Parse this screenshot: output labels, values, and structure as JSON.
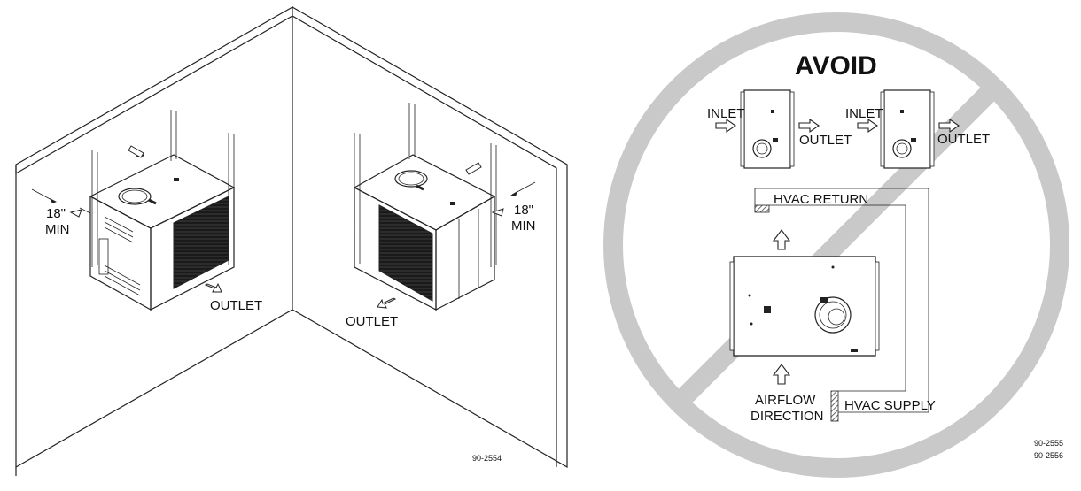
{
  "left_diagram": {
    "clearance_left": {
      "line1": "18\"",
      "line2": "MIN"
    },
    "clearance_right": {
      "line1": "18\"",
      "line2": "MIN"
    },
    "outlet_left": "OUTLET",
    "outlet_right": "OUTLET",
    "figure_number": "90-2554"
  },
  "right_diagram": {
    "title": "AVOID",
    "inlet_1": "INLET",
    "outlet_1": "OUTLET",
    "inlet_2": "INLET",
    "outlet_2": "OUTLET",
    "hvac_return": "HVAC RETURN",
    "hvac_supply": "HVAC SUPPLY",
    "airflow_line1": "AIRFLOW",
    "airflow_line2": "DIRECTION",
    "figure_number_1": "90-2555",
    "figure_number_2": "90-2556"
  },
  "colors": {
    "prohibit_sign": "#c9c9c9",
    "line": "#222222",
    "grille": "#1a1a1a"
  },
  "icons": [
    "prohibit-sign-icon",
    "arrow-icon"
  ]
}
